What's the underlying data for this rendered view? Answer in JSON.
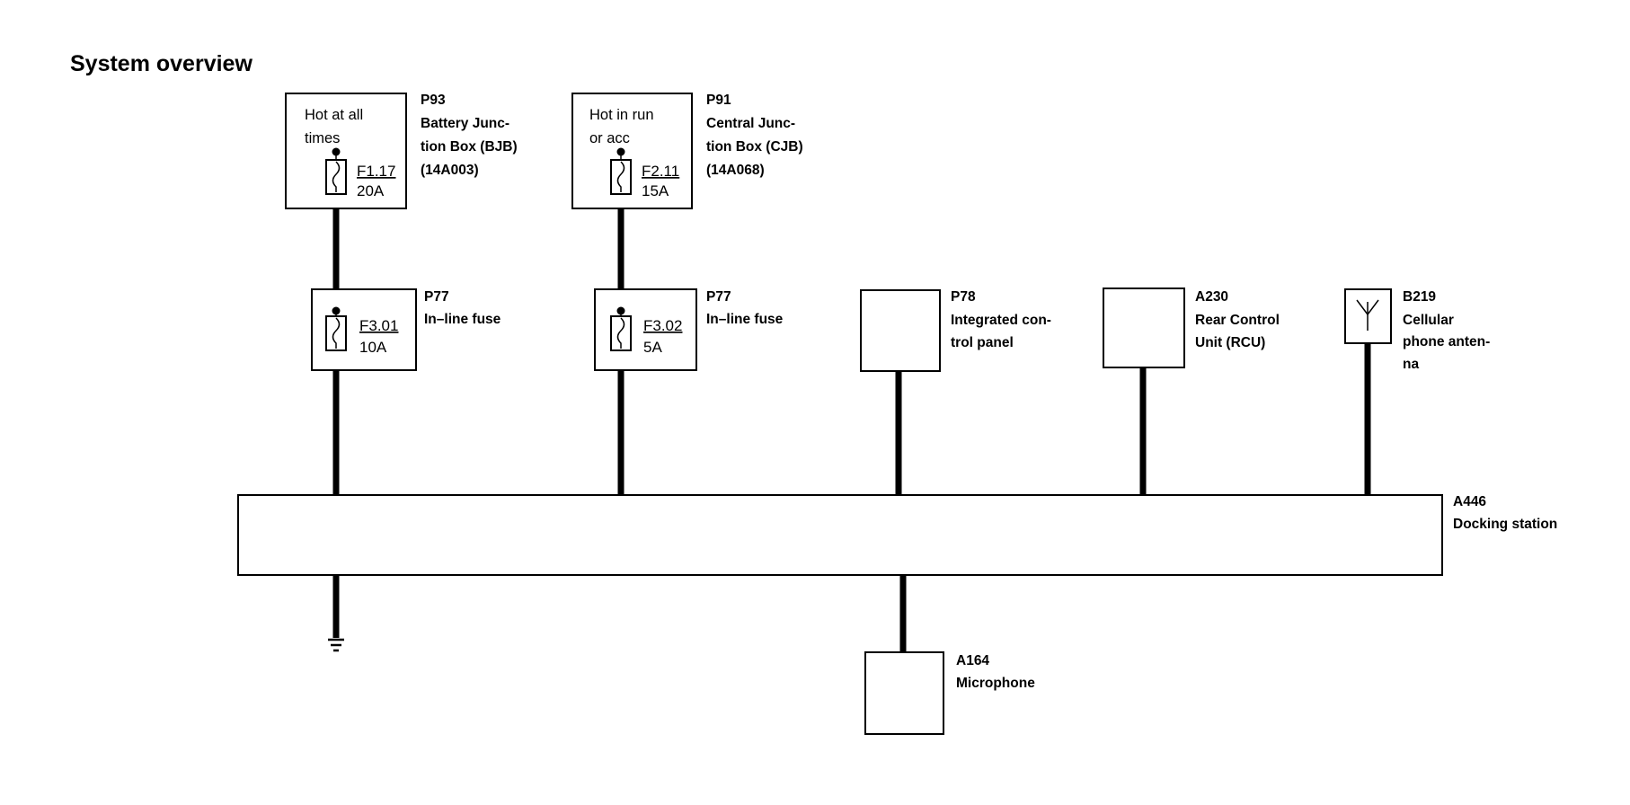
{
  "title": "System overview",
  "components": {
    "p93": {
      "code": "P93",
      "name": [
        "Battery Junc-",
        "tion Box (BJB)",
        "(14A003)"
      ],
      "inner": [
        "Hot at all",
        "times"
      ],
      "fuse_id": "F1.17",
      "fuse_rating": "20A"
    },
    "p91": {
      "code": "P91",
      "name": [
        "Central Junc-",
        "tion Box (CJB)",
        "(14A068)"
      ],
      "inner": [
        "Hot in run",
        "or acc"
      ],
      "fuse_id": "F2.11",
      "fuse_rating": "15A"
    },
    "p77a": {
      "code": "P77",
      "name": [
        "In–line fuse"
      ],
      "fuse_id": "F3.01",
      "fuse_rating": "10A"
    },
    "p77b": {
      "code": "P77",
      "name": [
        "In–line fuse"
      ],
      "fuse_id": "F3.02",
      "fuse_rating": "5A"
    },
    "p78": {
      "code": "P78",
      "name": [
        "Integrated con-",
        "trol panel"
      ]
    },
    "a230": {
      "code": "A230",
      "name": [
        "Rear Control",
        "Unit (RCU)"
      ]
    },
    "b219": {
      "code": "B219",
      "name": [
        "Cellular",
        "phone anten-",
        "na"
      ]
    },
    "a446": {
      "code": "A446",
      "name": [
        "Docking station"
      ]
    },
    "a164": {
      "code": "A164",
      "name": [
        "Microphone"
      ]
    }
  },
  "icons": [
    "fuse-icon",
    "ground-icon",
    "antenna-icon",
    "splice-dot-icon"
  ]
}
